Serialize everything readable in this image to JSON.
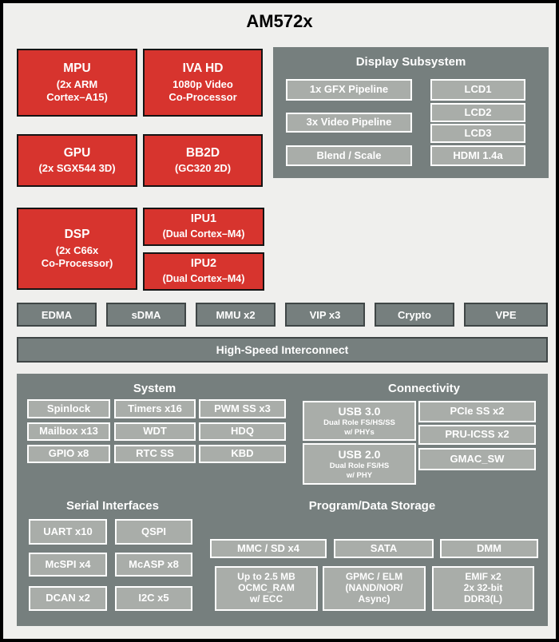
{
  "title": "AM572x",
  "colors": {
    "block_red": "#d7342e",
    "panel_gray": "#767f7e",
    "inner_gray": "#a9ada9",
    "background": "#efefed",
    "text_on_blocks": "#ffffff"
  },
  "blocks": {
    "mpu": {
      "title": "MPU",
      "subtitle": "(2x ARM\nCortex–A15)"
    },
    "iva_hd": {
      "title": "IVA HD",
      "subtitle": "1080p Video\nCo-Processor"
    },
    "gpu": {
      "title": "GPU",
      "subtitle": "(2x SGX544 3D)"
    },
    "bb2d": {
      "title": "BB2D",
      "subtitle": "(GC320 2D)"
    },
    "dsp": {
      "title": "DSP",
      "subtitle": "(2x C66x\nCo-Processor)"
    },
    "ipu1": {
      "title": "IPU1",
      "subtitle": "(Dual Cortex–M4)"
    },
    "ipu2": {
      "title": "IPU2",
      "subtitle": "(Dual Cortex–M4)"
    }
  },
  "display_subsystem": {
    "title": "Display Subsystem",
    "pipelines": [
      "1x GFX Pipeline",
      "3x Video Pipeline",
      "Blend / Scale"
    ],
    "outputs": [
      "LCD1",
      "LCD2",
      "LCD3",
      "HDMI 1.4a"
    ]
  },
  "dma_row": [
    "EDMA",
    "sDMA",
    "MMU x2",
    "VIP x3",
    "Crypto",
    "VPE"
  ],
  "interconnect": {
    "label": "High-Speed Interconnect"
  },
  "peripherals": {
    "system": {
      "title": "System",
      "items": [
        "Spinlock",
        "Timers x16",
        "PWM SS x3",
        "Mailbox x13",
        "WDT",
        "HDQ",
        "GPIO x8",
        "RTC SS",
        "KBD"
      ]
    },
    "connectivity": {
      "title": "Connectivity",
      "usb3": {
        "title": "USB 3.0",
        "subtitle": "Dual Role FS/HS/SS\nw/ PHYs"
      },
      "usb2": {
        "title": "USB 2.0",
        "subtitle": "Dual Role FS/HS\nw/ PHY"
      },
      "items": [
        "PCIe SS x2",
        "PRU-ICSS x2",
        "GMAC_SW"
      ]
    },
    "serial": {
      "title": "Serial Interfaces",
      "items": [
        "UART x10",
        "QSPI",
        "McSPI x4",
        "McASP x8",
        "DCAN x2",
        "I2C x5"
      ]
    },
    "storage": {
      "title": "Program/Data Storage",
      "row1": [
        "MMC / SD x4",
        "SATA",
        "DMM"
      ],
      "row2": [
        "Up to 2.5 MB\nOCMC_RAM\nw/ ECC",
        "GPMC / ELM\n(NAND/NOR/\nAsync)",
        "EMIF x2\n2x 32-bit\nDDR3(L)"
      ]
    }
  }
}
